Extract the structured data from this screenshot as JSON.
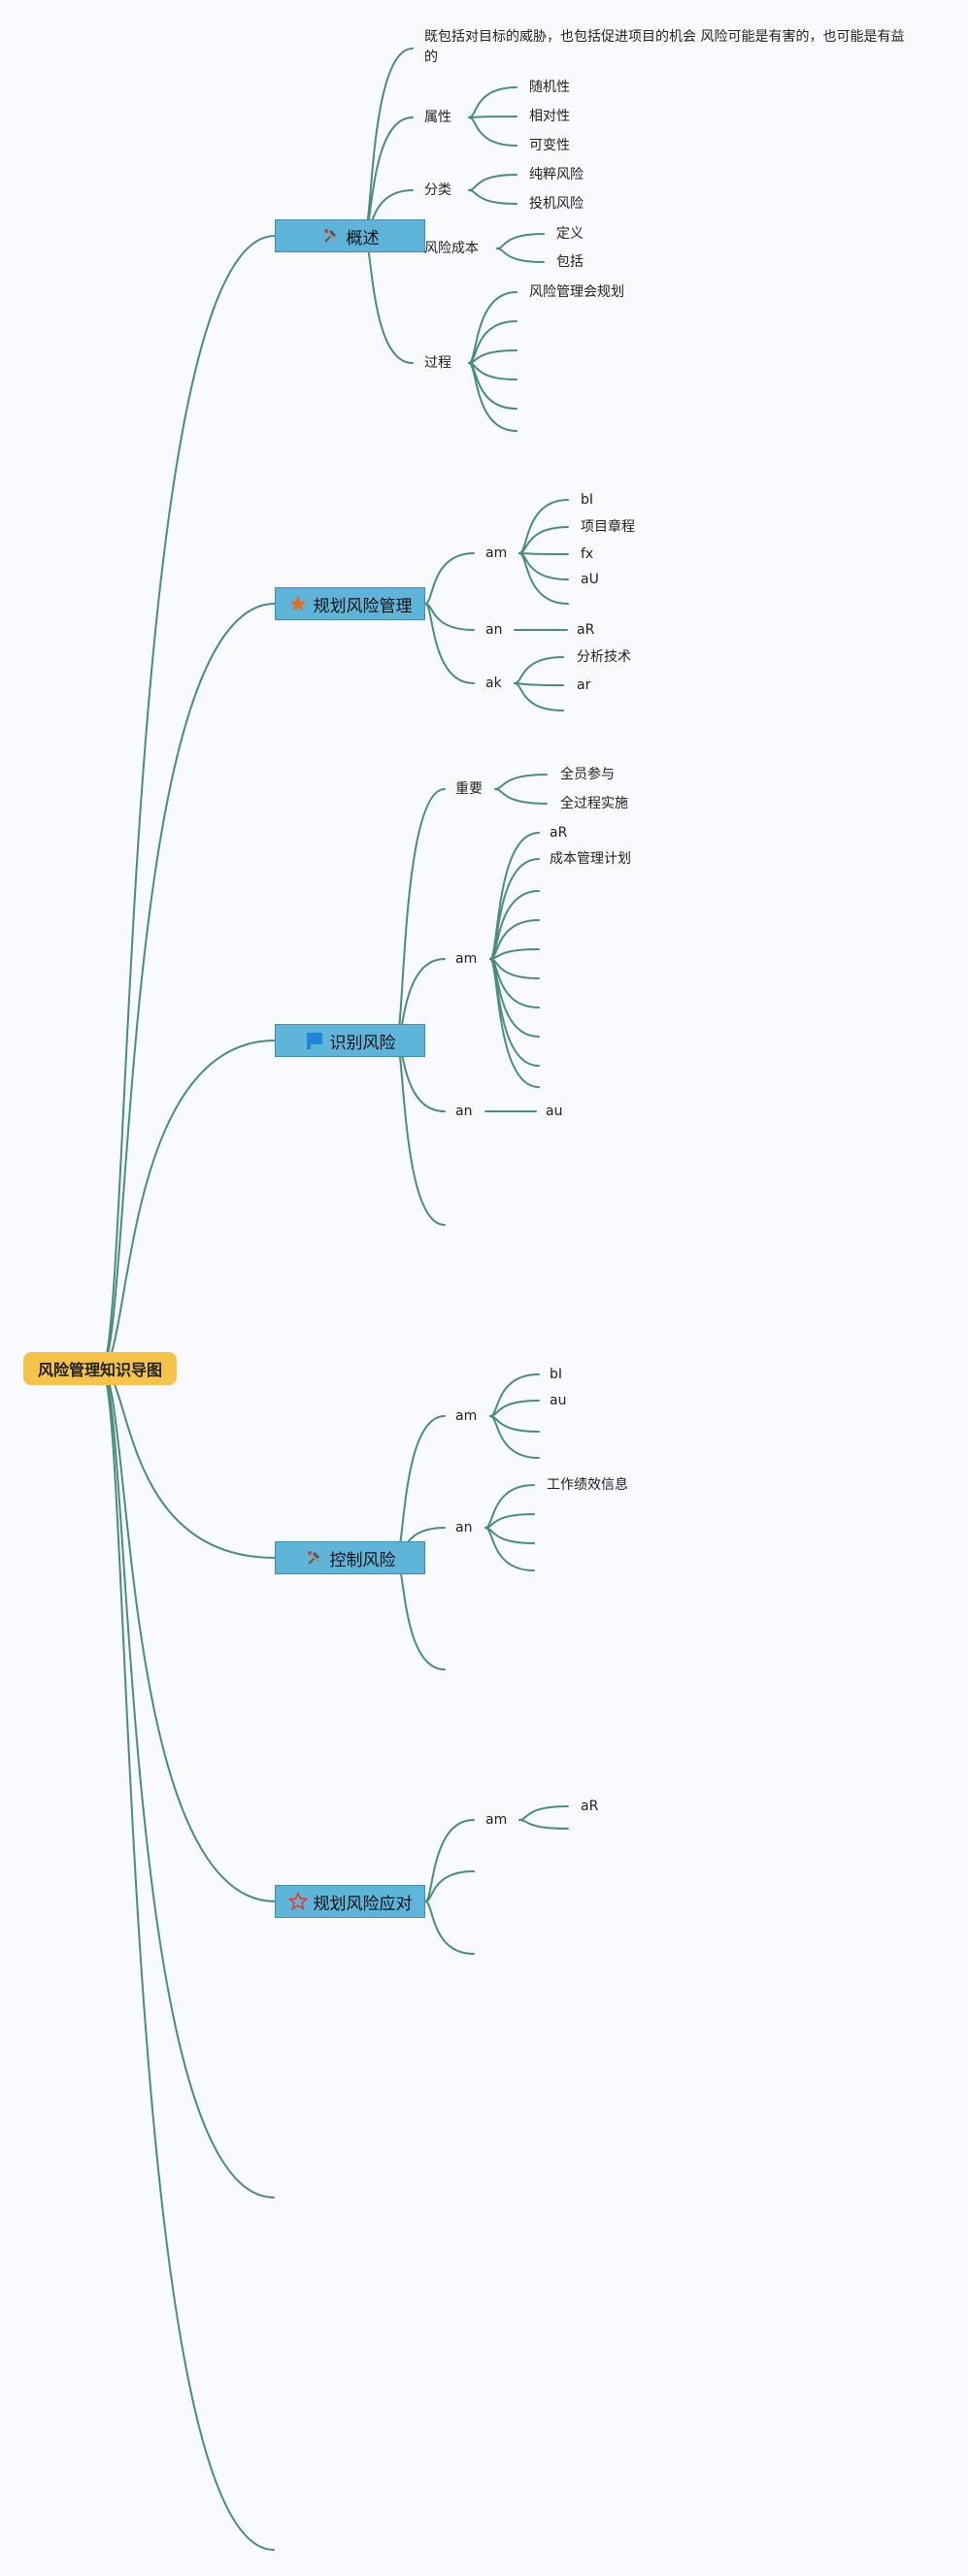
{
  "root": "风险管理知识导图",
  "colors": {
    "link": "#4a8d7e",
    "root_bg": "#f5c24a",
    "topic_bg": "#5fb4d9",
    "topic_border": "#3f8fb2"
  },
  "topics": {
    "gaishu": {
      "label": "概述",
      "icon": "hammer-tools-icon",
      "summary": "既包括对目标的威胁，也包括促进项目的机会 风险可能是有害的，也可能是有益的",
      "shuxing": {
        "label": "属性",
        "items": [
          "随机性",
          "相对性",
          "可变性"
        ]
      },
      "fenlei": {
        "label": "分类",
        "items": [
          "纯粹风险",
          "投机风险"
        ]
      },
      "chengben": {
        "label": "风险成本",
        "items": [
          "定义",
          "包括"
        ]
      },
      "guocheng": {
        "label": "过程",
        "items": [
          "风险管理会规划"
        ]
      }
    },
    "guihua": {
      "label": "规划风险管理",
      "icon": "star-filled-icon",
      "am": {
        "label": "am",
        "items": [
          "bI",
          "项目章程",
          "fx",
          "aU"
        ]
      },
      "an": {
        "label": "an",
        "items": [
          "aR"
        ]
      },
      "ak": {
        "label": "ak",
        "items": [
          "分析技术",
          "ar"
        ]
      }
    },
    "shibie": {
      "label": "识别风险",
      "icon": "flag-icon",
      "zhongyao": {
        "label": "重要",
        "items": [
          "全员参与",
          "全过程实施"
        ]
      },
      "am": {
        "label": "am",
        "items": [
          "aR",
          "成本管理计划"
        ]
      },
      "an": {
        "label": "an",
        "items": [
          "au"
        ]
      }
    },
    "kongzhi": {
      "label": "控制风险",
      "icon": "hammer-tools-icon",
      "am": {
        "label": "am",
        "items": [
          "bI",
          "au"
        ]
      },
      "an": {
        "label": "an",
        "items": [
          "工作绩效信息"
        ]
      }
    },
    "yingdui": {
      "label": "规划风险应对",
      "icon": "star-outline-icon",
      "am": {
        "label": "am",
        "items": [
          "aR"
        ]
      }
    }
  }
}
